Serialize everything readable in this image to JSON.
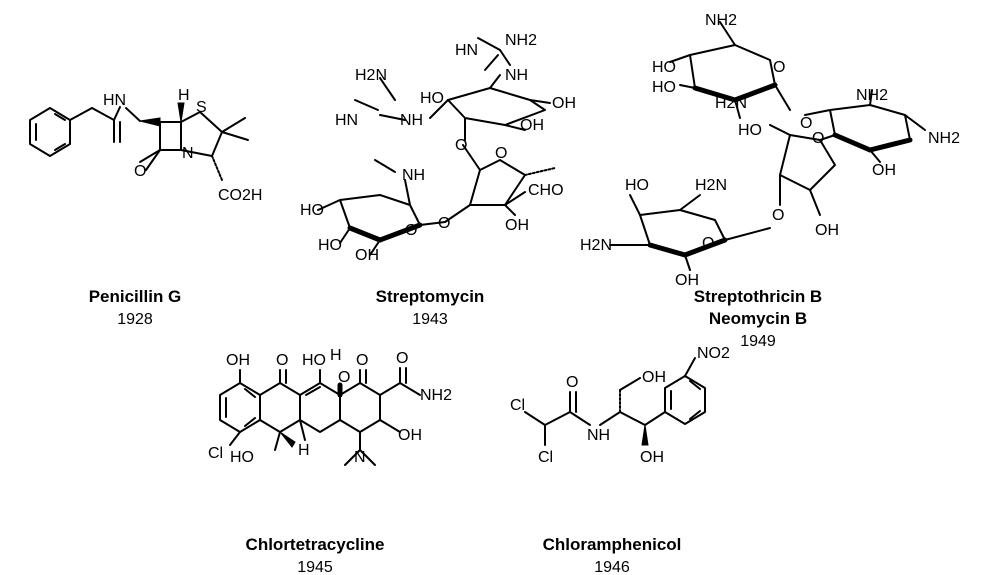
{
  "compounds": [
    {
      "name": "Penicillin G",
      "year": "1928"
    },
    {
      "name": "Streptomycin",
      "year": "1943"
    },
    {
      "name": "Streptothricin B",
      "name2": "Neomycin B",
      "year": "1949"
    },
    {
      "name": "Chlortetracycline",
      "year": "1945"
    },
    {
      "name": "Chloramphenicol",
      "year": "1946"
    }
  ],
  "atom_labels": {
    "H": "H",
    "N": "N",
    "O": "O",
    "S": "S",
    "Cl": "Cl",
    "NH": "NH",
    "HN": "HN",
    "OH": "OH",
    "HO": "HO",
    "NH2": "NH2",
    "H2N": "H2N",
    "CHO": "CHO",
    "CO2H": "CO2H",
    "NO2": "NO2"
  }
}
